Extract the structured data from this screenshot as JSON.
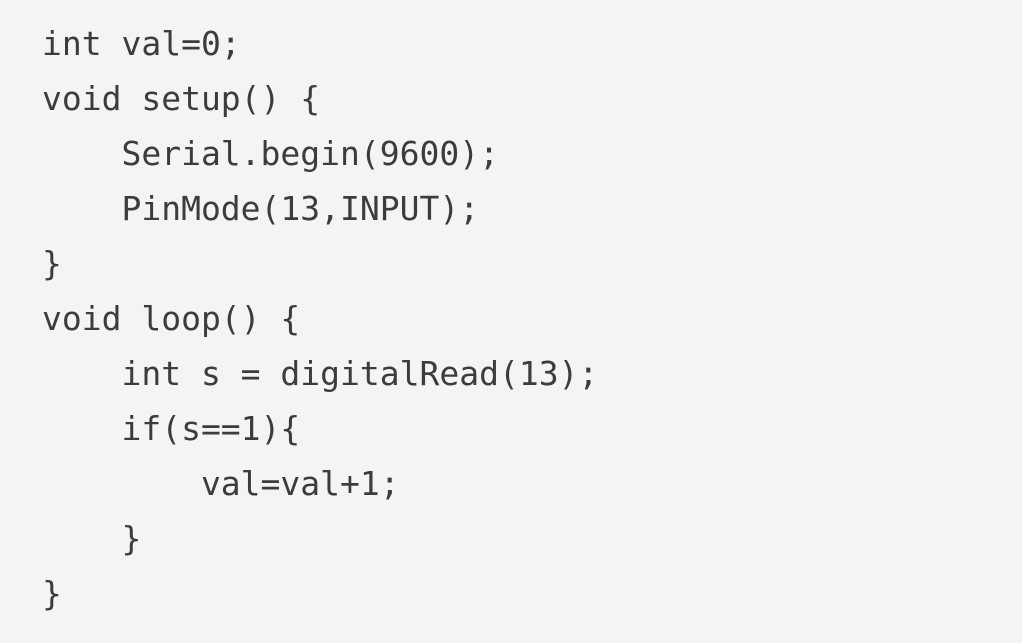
{
  "code": {
    "lines": [
      "int val=0;",
      "void setup() {",
      "    Serial.begin(9600);",
      "    PinMode(13,INPUT);",
      "}",
      "void loop() {",
      "    int s = digitalRead(13);",
      "    if(s==1){",
      "        val=val+1;",
      "    }",
      "}"
    ]
  },
  "colors": {
    "background": "#f4f4f4",
    "text": "#3c3c3c"
  }
}
